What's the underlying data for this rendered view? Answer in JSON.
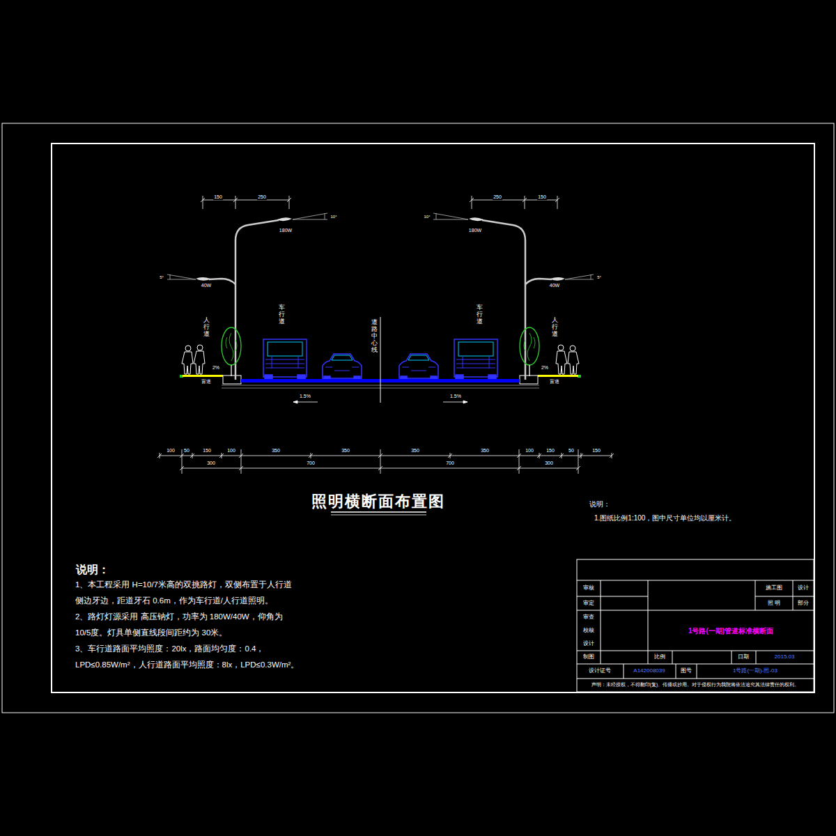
{
  "diagram": {
    "title": "照明横断面布置图",
    "labels": [
      "150",
      "250",
      "250",
      "150",
      "10°",
      "10°",
      "180W",
      "180W",
      "5°",
      "5°",
      "40W",
      "40W",
      "人行道",
      "车行道",
      "道路中心线",
      "车行道",
      "人行道",
      "2%",
      "2%",
      "盲道",
      "盲道",
      "1.5%",
      "1.5%",
      "100",
      "50",
      "150",
      "100",
      "350",
      "350",
      "350",
      "350",
      "100",
      "150",
      "50",
      "150",
      "300",
      "700",
      "700",
      "300",
      "说明：",
      "1.图纸比例1:100，图中尺寸单位均以厘米计。",
      "说明：",
      "1、本工程采用 H=10/7米高的双挑路灯，双侧布置于人行道侧边牙边，距道牙石 0.6m，作为车行道/人行道照明。",
      "2、路灯灯源采用 高压钠灯，功率为 180W/40W，仰角为 10/5度。灯具单侧直线段间距约为 30米。",
      "3、车行道路面平均照度：20lx，路面均匀度：0.4，LPD≤0.85W/m²，人行道路面平均照度：8lx，LPD≤0.3W/m²。",
      "审核",
      "审定",
      "施工图",
      "设计",
      "照 明",
      "部分",
      "审查",
      "校核",
      "设计",
      "1号路(一期)管道标准横断面",
      "制图",
      "比例",
      "日期",
      "2015.03",
      "设计证号",
      "A142008039",
      "图号",
      "1号路(一期)-照-03",
      "声明：未经授权，不得翻印(复)、传播或抄用。对于侵权行为我院将依法追究其法律责任的权利。"
    ]
  }
}
